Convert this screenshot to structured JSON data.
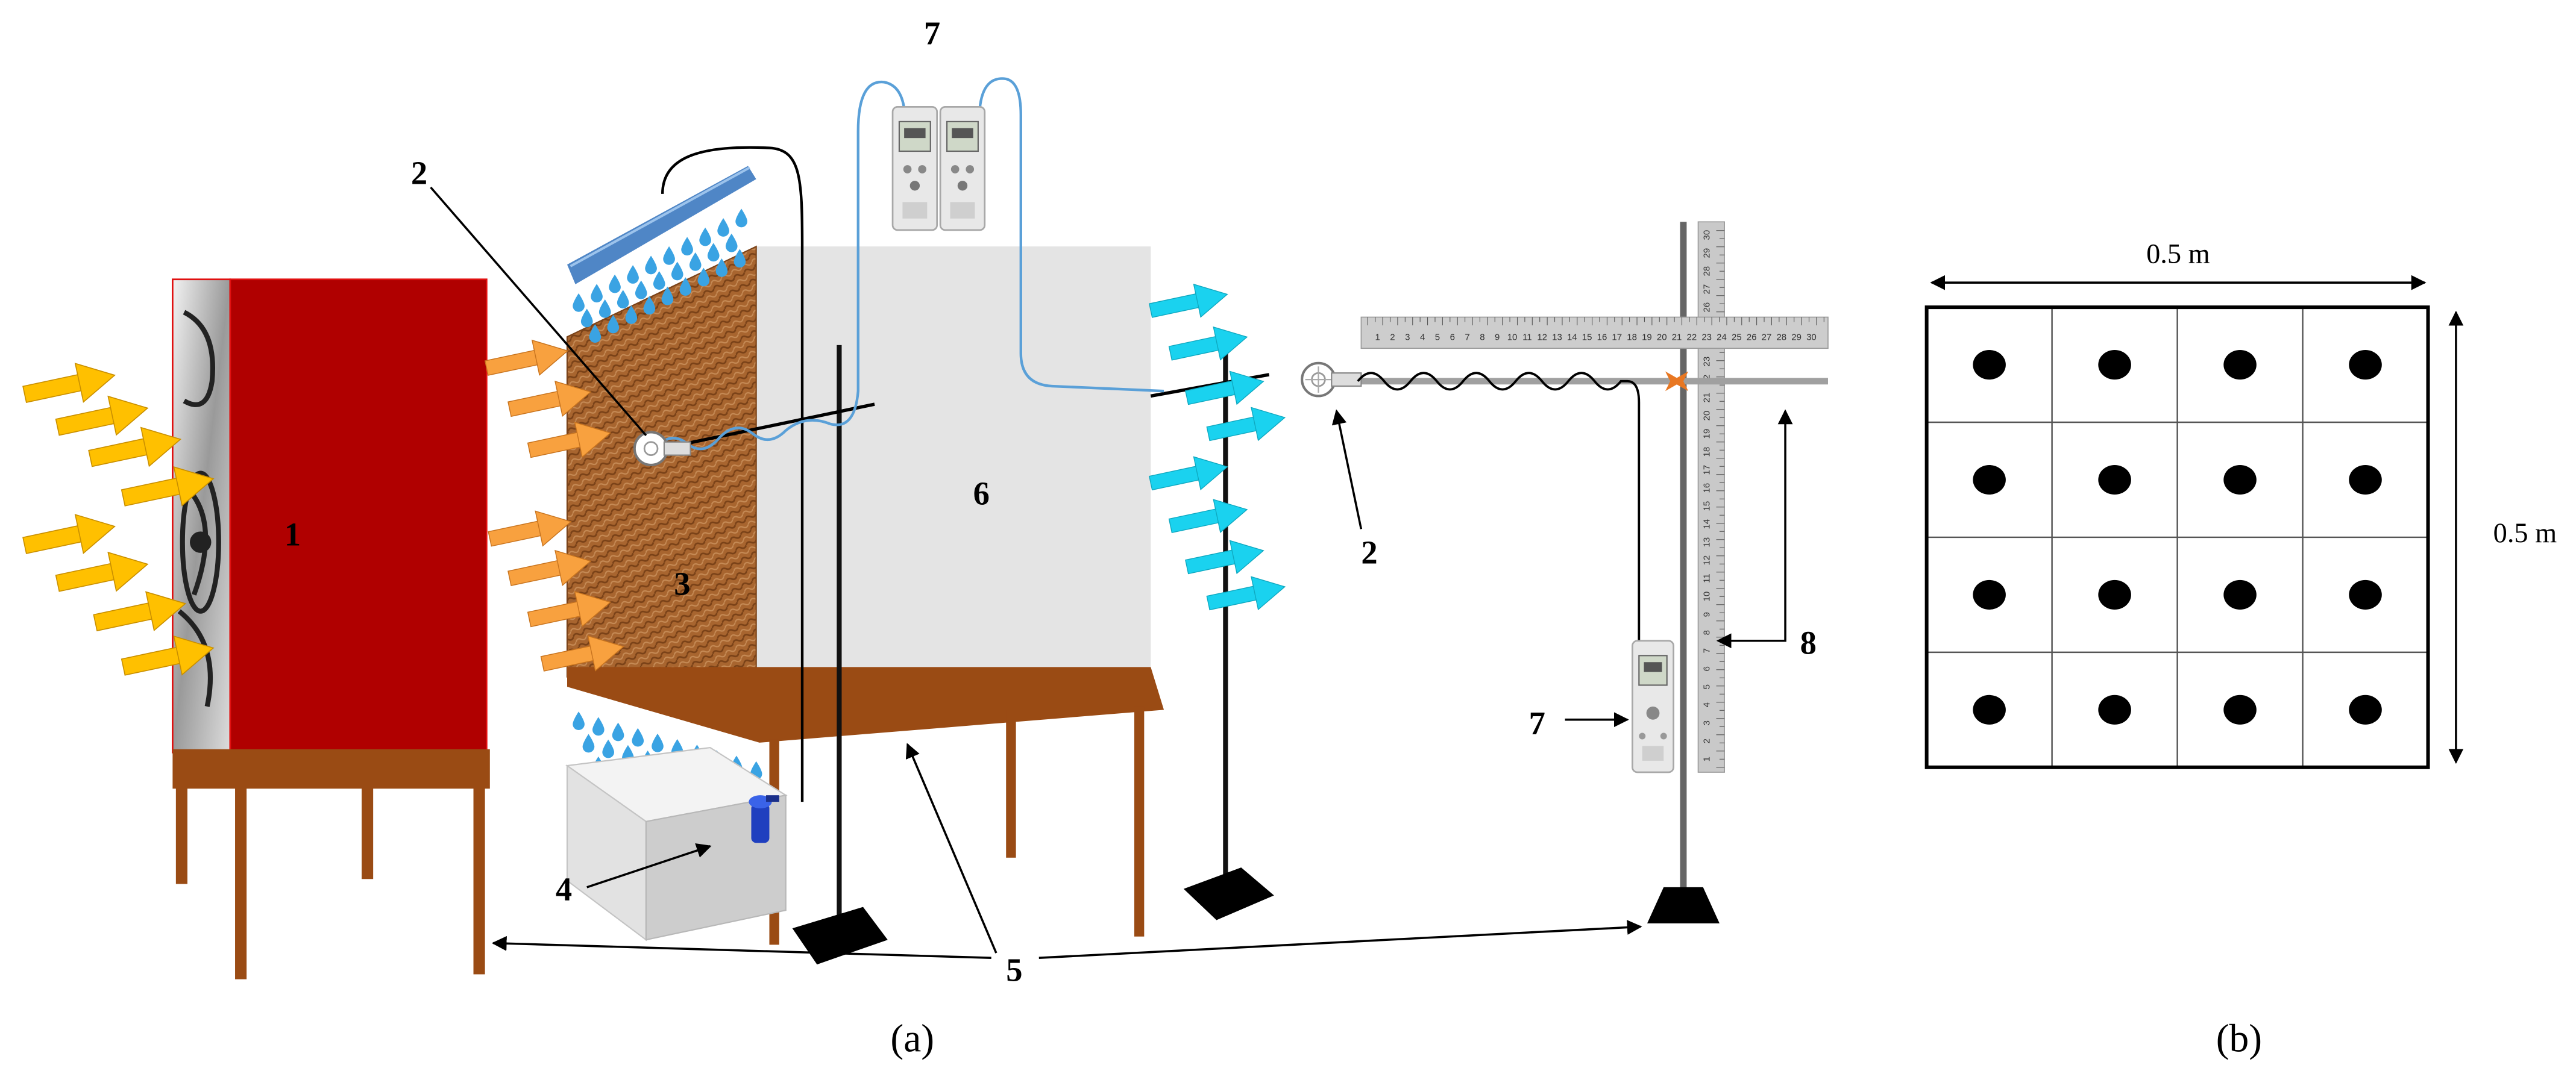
{
  "panel_a": {
    "label": "(a)",
    "callouts": {
      "fan_box": "1",
      "probe_pad": "2",
      "pad": "3",
      "tank": "4",
      "stand": "5",
      "duct": "6",
      "meter_top": "7",
      "probe_right": "2",
      "meter_right": "7",
      "rod": "8"
    },
    "ruler_scale": {
      "start": 1,
      "end": 30
    }
  },
  "panel_b": {
    "label": "(b)",
    "width_label": "0.5 m",
    "height_label": "0.5 m",
    "measurement_grid": {
      "rows": 4,
      "cols": 4
    }
  },
  "colors": {
    "fan_box": "#b00000",
    "pad": "#a8652f",
    "table": "#9a4b14",
    "duct": "#e4e4e4",
    "water": "#3aa3e3",
    "distributor": "#4f86c6",
    "air_in": "#ffc000",
    "air_mid": "#f8a13f",
    "air_out": "#1ad2ef",
    "tank": "#e2e2e2",
    "pump": "#1f3fbf",
    "cable": "#5aa0d8"
  }
}
